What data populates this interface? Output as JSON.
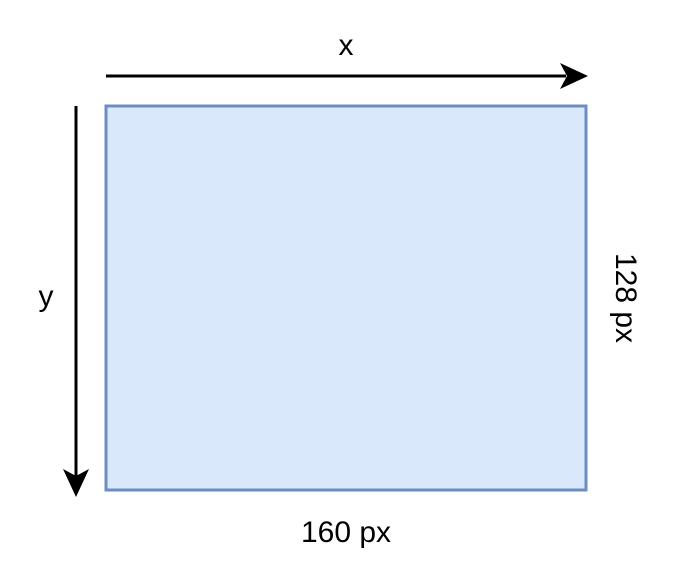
{
  "diagram": {
    "x_axis_label": "x",
    "y_axis_label": "y",
    "width_label": "160 px",
    "height_label": "128 px",
    "colors": {
      "rect_fill": "#dae8fc",
      "rect_stroke": "#6c8ebf",
      "arrow": "#000000",
      "text": "#000000"
    }
  }
}
